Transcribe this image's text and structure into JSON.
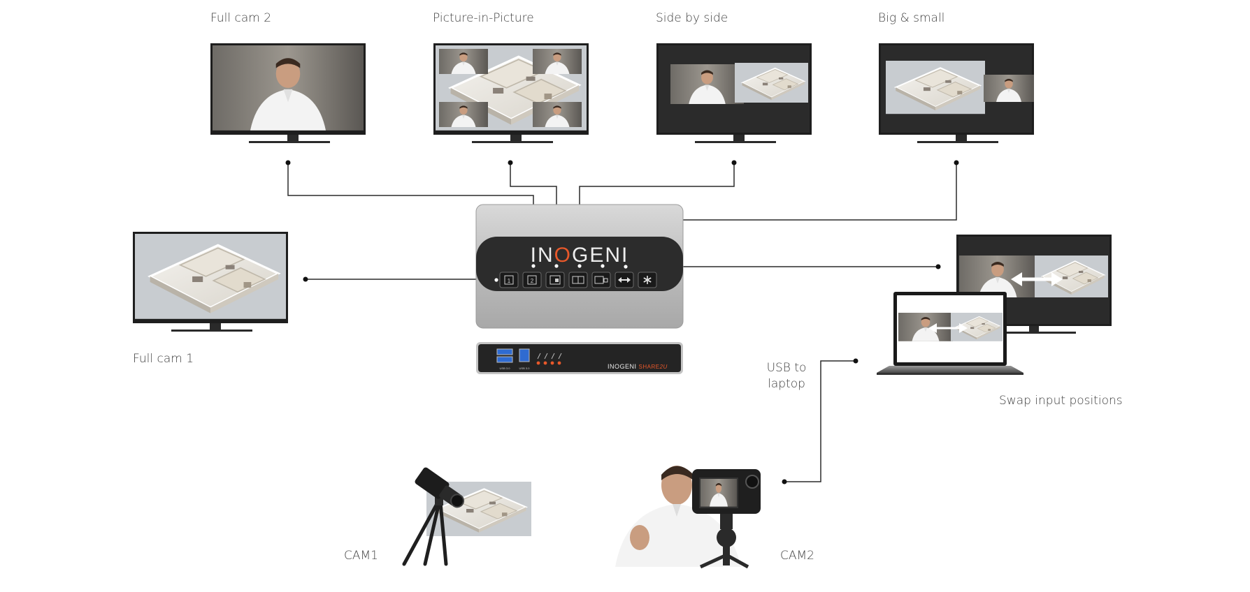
{
  "labels": {
    "full_cam_2": "Full cam 2",
    "picture_in_picture": "Picture-in-Picture",
    "side_by_side": "Side by side",
    "big_and_small": "Big & small",
    "full_cam_1": "Full cam 1",
    "usb_to_laptop_line1": "USB to",
    "usb_to_laptop_line2": "laptop",
    "swap_input_positions": "Swap input positions",
    "cam1": "CAM1",
    "cam2": "CAM2"
  },
  "device": {
    "brand_prefix": "IN",
    "brand_o": "O",
    "brand_suffix": "GENI",
    "rear_brand": "INOGENI",
    "rear_model": "SHARE",
    "rear_model_suffix": "2U",
    "usb_port_label_1": "USB 3.0",
    "usb_port_label_2": "USB 3.0",
    "buttons": [
      "1",
      "2",
      "pip",
      "sbs",
      "bigsmall",
      "swap",
      "settings"
    ]
  },
  "colors": {
    "accent": "#e8582a",
    "line": "#2a2a2a",
    "device_silver": "#c9c9c9",
    "device_dark": "#2c2c2c",
    "screen_frame": "#1e1e1e"
  },
  "icons": {
    "swap": "swap-arrows-icon",
    "settings": "asterisk-icon"
  }
}
